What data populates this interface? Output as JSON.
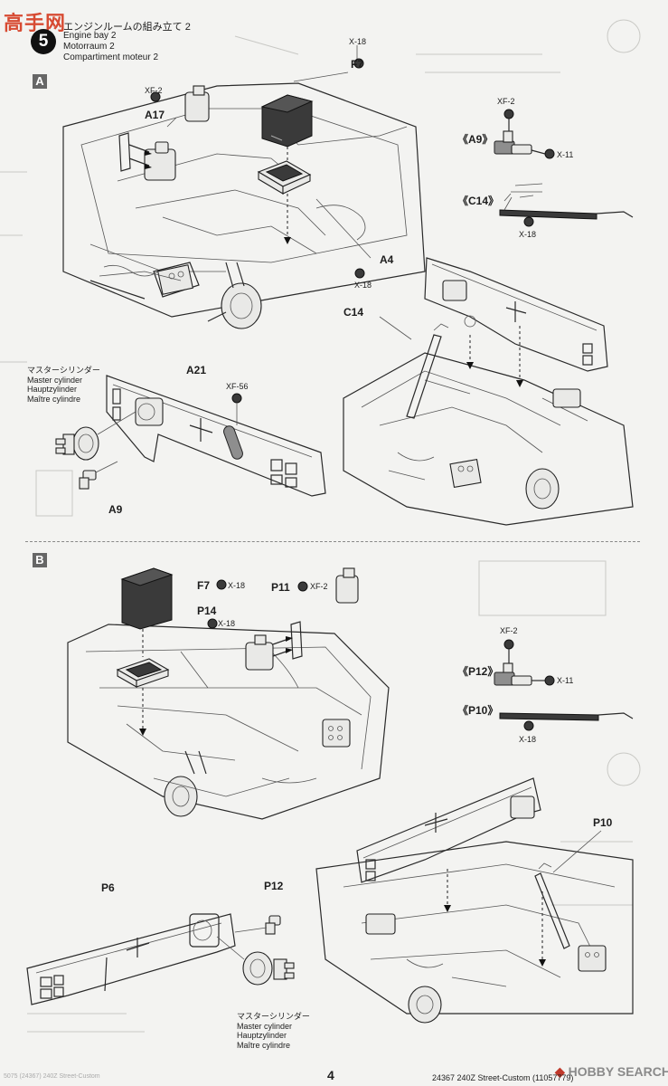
{
  "watermark": {
    "top_left": "高手网",
    "bottom_right": "HOBBY SEARCH"
  },
  "step": {
    "number": "5",
    "title_jp": "エンジンルームの組み立て 2",
    "title_en": "Engine bay 2",
    "title_de": "Motorraum 2",
    "title_fr": "Compartiment moteur 2"
  },
  "panel_a": {
    "tag": "A",
    "labels": {
      "f7": "F7",
      "f7_screw": "X-18",
      "a17": "A17",
      "a17_screw": "XF-2",
      "a4": "A4",
      "a4_screw": "X-18",
      "a9_ref": "《A9》",
      "a9_top": "XF-2",
      "a9_side": "X-11",
      "c14_ref": "《C14》",
      "c14_screw": "X-18",
      "c14": "C14",
      "a21": "A21",
      "a21_paint": "XF-56",
      "a9": "A9"
    },
    "master_cylinder": [
      "マスターシリンダー",
      "Master cylinder",
      "Hauptzylinder",
      "Maître cylindre"
    ]
  },
  "panel_b": {
    "tag": "B",
    "labels": {
      "f7": "F7",
      "f7_screw": "X-18",
      "p11": "P11",
      "p11_paint": "XF-2",
      "p14": "P14",
      "p14_screw": "X-18",
      "p12_ref": "《P12》",
      "p12_top": "XF-2",
      "p12_side": "X-11",
      "p10_ref": "《P10》",
      "p10_screw": "X-18",
      "p10": "P10",
      "p6": "P6",
      "p12": "P12"
    },
    "master_cylinder": [
      "マスターシリンダー",
      "Master cylinder",
      "Hauptzylinder",
      "Maître cylindre"
    ]
  },
  "footer": {
    "page_number": "4",
    "product": "24367 240Z Street-Custom (11057779)",
    "left_fine_print": "5075 (24367) 240Z Street-Custom"
  }
}
